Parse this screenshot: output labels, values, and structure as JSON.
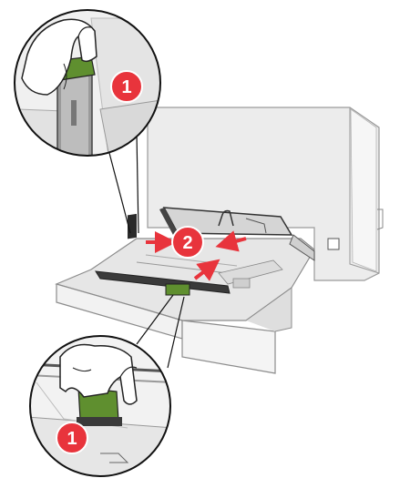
{
  "illustration": {
    "steps": [
      {
        "number": "1"
      },
      {
        "number": "2"
      },
      {
        "number": "1"
      }
    ],
    "colors": {
      "callout_red": "#e8343c",
      "guide_green": "#5f8f2f",
      "outline_black": "#1a1a1a",
      "body_gray": "#e9e9e9"
    },
    "icons": [
      "hand-icon",
      "arrow-icon"
    ]
  }
}
